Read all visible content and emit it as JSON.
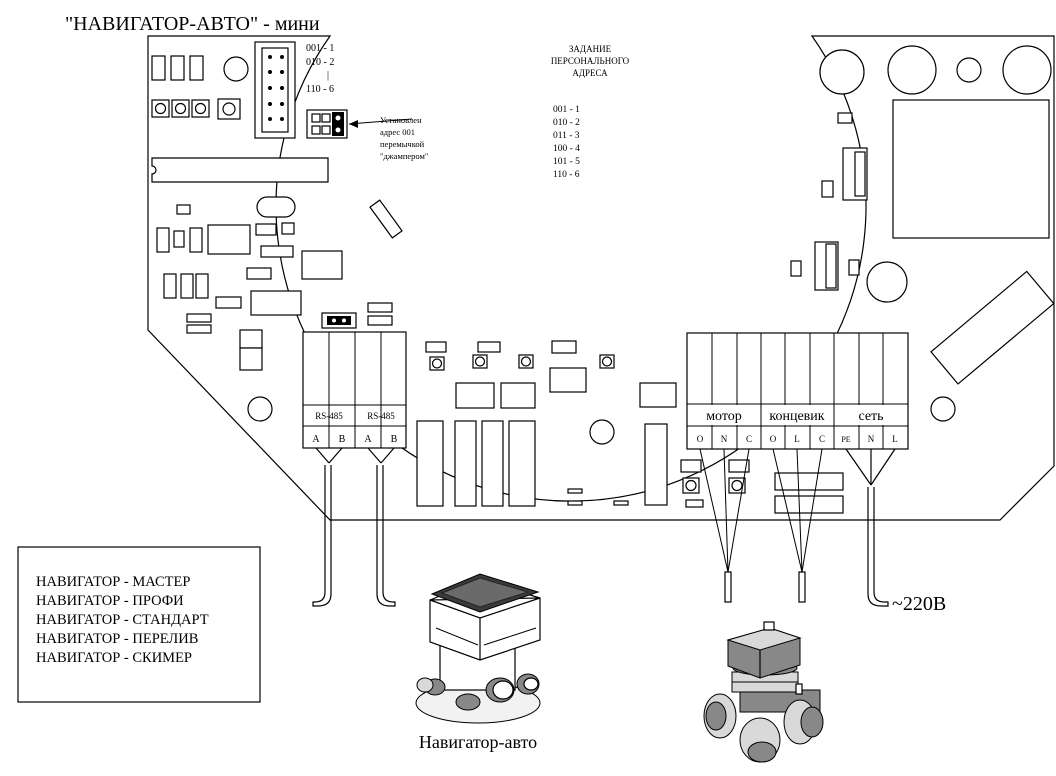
{
  "title": "\"НАВИГАТОР-АВТО\" - мини",
  "board": {
    "header_codes": [
      "001 -  1",
      "010 -  2",
      "|",
      "110 -  6"
    ],
    "address_heading": [
      "ЗАДАНИЕ",
      "ПЕРСОНАЛЬНОГО",
      "АДРЕСА"
    ],
    "address_codes": [
      "001 -   1",
      "010 -   2",
      "011 -   3",
      "100 -   4",
      "101 -   5",
      "110 -   6"
    ],
    "jumper_note": [
      "Установлен",
      "адрес 001",
      "перемычкой",
      "\"джампером\""
    ],
    "rs485_label_1": "RS-485",
    "rs485_label_2": "RS-485",
    "rs485_pins": [
      "A",
      "B",
      "A",
      "B"
    ],
    "motor_label": "мотор",
    "limit_label": "концевик",
    "net_label": "сеть",
    "motor_pins": [
      "O",
      "N",
      "C"
    ],
    "limit_pins": [
      "O",
      "L",
      "C"
    ],
    "net_pins": [
      "PE",
      "N",
      "L"
    ]
  },
  "legend": {
    "items": [
      "НАВИГАТОР - МАСТЕР",
      "НАВИГАТОР - ПРОФИ",
      "НАВИГАТОР - СТАНДАРТ",
      "НАВИГАТОР - ПЕРЕЛИВ",
      "НАВИГАТОР - СКИМЕР"
    ]
  },
  "voltage_label": "~220В",
  "valve_caption": "Навигатор-авто"
}
